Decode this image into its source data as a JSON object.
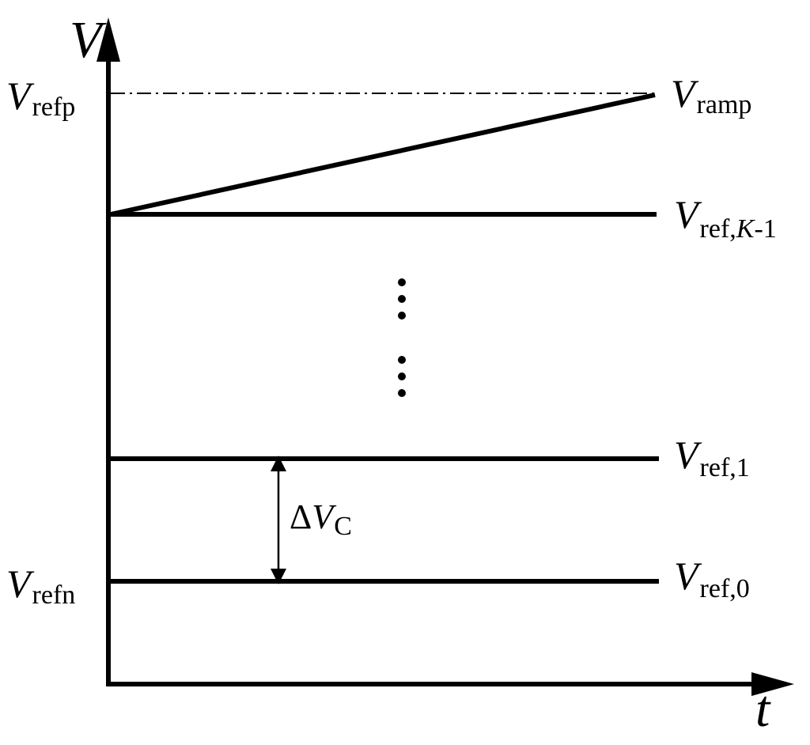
{
  "axes": {
    "y_label": "V",
    "x_label": "t"
  },
  "labels": {
    "refp": {
      "main": "V",
      "sub": "refp"
    },
    "refn": {
      "main": "V",
      "sub": "refn"
    },
    "ramp": {
      "main": "V",
      "sub": "ramp"
    },
    "ref_k1": {
      "main": "V",
      "sub_prefix": "ref,",
      "sub_italic": "K",
      "sub_suffix": "-1"
    },
    "ref1": {
      "main": "V",
      "sub": "ref,1"
    },
    "ref0": {
      "main": "V",
      "sub": "ref,0"
    },
    "delta_vc": {
      "delta": "Δ",
      "main": "V",
      "sub": "C"
    }
  },
  "colors": {
    "stroke": "#000000",
    "background": "#ffffff"
  }
}
